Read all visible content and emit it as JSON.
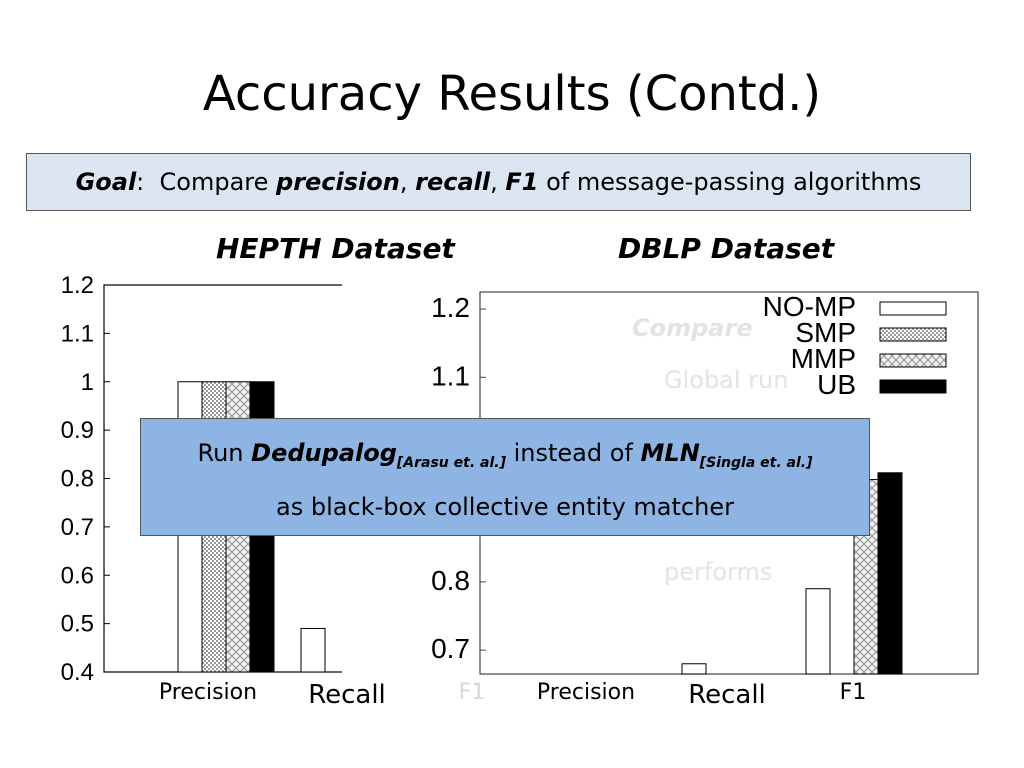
{
  "slide": {
    "title": "Accuracy Results (Contd.)"
  },
  "goal": {
    "label": "Goal",
    "sep": ":  Compare ",
    "m1": "precision",
    "c1": ", ",
    "m2": "recall",
    "c2": ", ",
    "m3": "F1",
    "rest": " of message-passing algorithms"
  },
  "overlay": {
    "run": "Run ",
    "dedupalog": "Dedupalog",
    "cite1": "[Arasu et. al.]",
    "instead": " instead of ",
    "mln": "MLN",
    "cite2": "[Singla et. al.]",
    "line2": "as black-box collective entity matcher"
  },
  "faded": {
    "compare": "Compare ",
    "global": "Global run ",
    "perf": "performs"
  },
  "colors": {
    "overlay_bg": "#8eb4e3",
    "goal_bg": "#dce6f2",
    "bar_ub": "#000000"
  },
  "chart_data": [
    {
      "type": "bar",
      "title": "HEPTH Dataset",
      "categories": [
        "Precision",
        "Recall",
        "F1"
      ],
      "legend": [
        "NO-MP",
        "SMP",
        "MMP",
        "UB"
      ],
      "legend_position": "top-right",
      "ylim": [
        0.4,
        1.2
      ],
      "yticks": [
        "0.4",
        "0.5",
        "0.6",
        "0.7",
        "0.8",
        "0.9",
        "1",
        "1.1",
        "1.2"
      ],
      "series": [
        {
          "name": "NO-MP",
          "values": [
            1.0,
            0.49,
            null
          ]
        },
        {
          "name": "SMP",
          "values": [
            1.0,
            null,
            null
          ]
        },
        {
          "name": "MMP",
          "values": [
            1.0,
            null,
            null
          ]
        },
        {
          "name": "UB",
          "values": [
            1.0,
            null,
            null
          ]
        }
      ]
    },
    {
      "type": "bar",
      "title": "DBLP Dataset",
      "categories": [
        "Precision",
        "Recall",
        "F1"
      ],
      "legend": [
        "NO-MP",
        "SMP",
        "MMP",
        "UB"
      ],
      "legend_position": "top-right",
      "ylim": [
        0.665,
        1.225
      ],
      "yticks": [
        "0.7",
        "0.8",
        "1.1",
        "1.2"
      ],
      "series": [
        {
          "name": "NO-MP",
          "values": [
            null,
            0.68,
            0.79
          ]
        },
        {
          "name": "SMP",
          "values": [
            null,
            null,
            null
          ]
        },
        {
          "name": "MMP",
          "values": [
            null,
            null,
            0.95
          ]
        },
        {
          "name": "UB",
          "values": [
            null,
            null,
            0.96
          ]
        }
      ]
    }
  ]
}
